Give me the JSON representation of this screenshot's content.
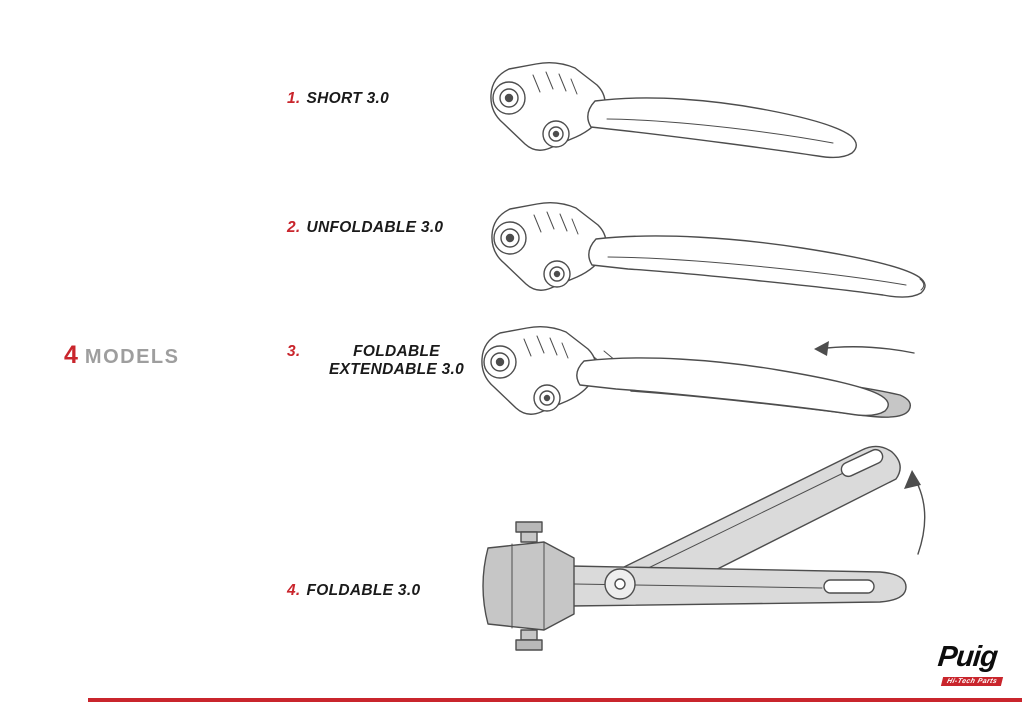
{
  "heading": {
    "number": "4",
    "label": "MODELS"
  },
  "models": [
    {
      "number": "1.",
      "name": "SHORT 3.0"
    },
    {
      "number": "2.",
      "name": "UNFOLDABLE 3.0"
    },
    {
      "number": "3.",
      "name": "FOLDABLE EXTENDABLE 3.0"
    },
    {
      "number": "4.",
      "name": "FOLDABLE 3.0"
    }
  ],
  "illustrations": [
    {
      "id": "lever-short",
      "model": "SHORT 3.0"
    },
    {
      "id": "lever-unfoldable",
      "model": "UNFOLDABLE 3.0"
    },
    {
      "id": "lever-foldable-extendable",
      "model": "FOLDABLE EXTENDABLE 3.0"
    },
    {
      "id": "lever-foldable",
      "model": "FOLDABLE 3.0"
    }
  ],
  "brand": {
    "name": "Puig",
    "tagline": "Hi-Tech Parts"
  },
  "colors": {
    "accent": "#c9252c",
    "heading_gray": "#9e9e9e",
    "line_art": "#4d4d4d",
    "fill_gray": "#c6c6c6",
    "fill_gray_light": "#dadada"
  }
}
